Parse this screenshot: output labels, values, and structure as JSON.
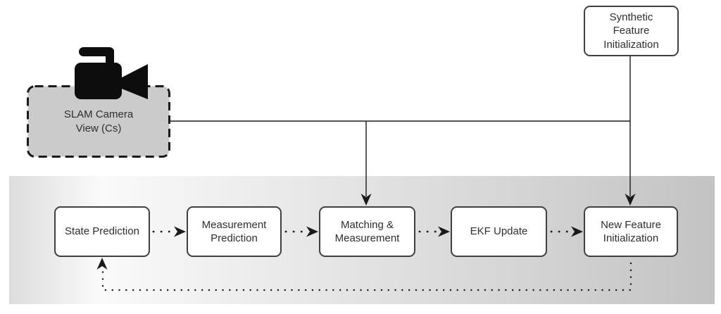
{
  "colors": {
    "background": "#ffffff",
    "band_left": "#dddddd",
    "band_highlight": "#fafafa",
    "band_right": "#c3c3c3",
    "node_fill": "#ffffff",
    "node_border": "#404040",
    "camera_fill": "#cbcbcb",
    "line": "#1a1a1a",
    "text": "#2e2e2e"
  },
  "nodes": {
    "camera": {
      "label": "SLAM Camera\nView (Cs)",
      "icon": "video-camera-icon"
    },
    "synthetic_feature_initialization": {
      "label": "Synthetic\nFeature\nInitialization"
    },
    "state_prediction": {
      "label": "State Prediction"
    },
    "measurement_prediction": {
      "label": "Measurement\nPrediction"
    },
    "matching_measurement": {
      "label": "Matching &\nMeasurement"
    },
    "ekf_update": {
      "label": "EKF Update"
    },
    "new_feature_initialization": {
      "label": "New Feature\nInitialization"
    }
  }
}
